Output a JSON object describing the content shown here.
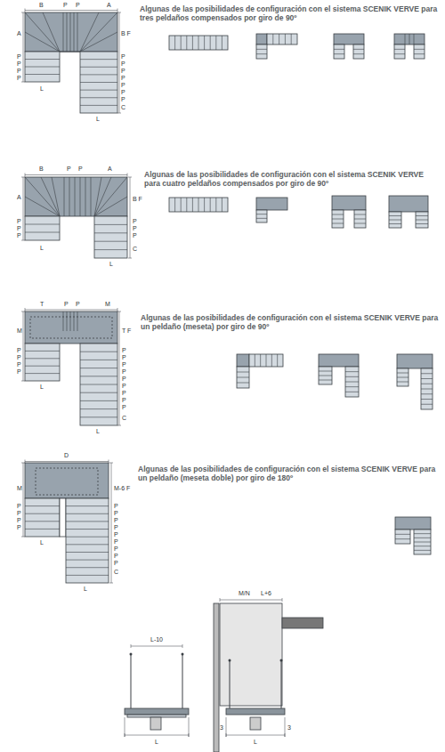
{
  "diagram": {
    "labels": [
      "Algunas de las posibilidades de configuración con el sistema SCENIK VERVE para tres peldaños compensados por giro de 90º",
      "B",
      "P",
      "P",
      "A",
      "A",
      "P",
      "P",
      "P",
      "P",
      "L",
      "B F",
      "P",
      "P",
      "P",
      "P",
      "P",
      "P",
      "P",
      "C",
      "L",
      "Algunas de las posibilidades de configuración con el sistema SCENIK VERVE para cuatro peldaños compensados por giro de 90º",
      "B",
      "P",
      "P",
      "A",
      "A",
      "P",
      "P",
      "P",
      "L",
      "B F",
      "P",
      "P",
      "P",
      "C",
      "L",
      "Algunas de las posibilidades de configuración con el sistema SCENIK VERVE para un peldaño (meseta) por giro de 90º",
      "T",
      "P",
      "P",
      "M",
      "M",
      "P",
      "P",
      "P",
      "P",
      "L",
      "T F",
      "P",
      "P",
      "P",
      "P",
      "P",
      "P",
      "P",
      "P",
      "P",
      "C",
      "L",
      "Algunas de las posibilidades de configuración con el sistema SCENIK VERVE para un peldaño (meseta doble) por giro de 180º",
      "D",
      "M",
      "P",
      "P",
      "P",
      "P",
      "L",
      "M-6 F",
      "P",
      "P",
      "P",
      "P",
      "P",
      "P",
      "P",
      "P",
      "P",
      "C",
      "L",
      "L-10",
      "L",
      "M/N",
      "L+6",
      "3",
      "3",
      "L"
    ]
  }
}
